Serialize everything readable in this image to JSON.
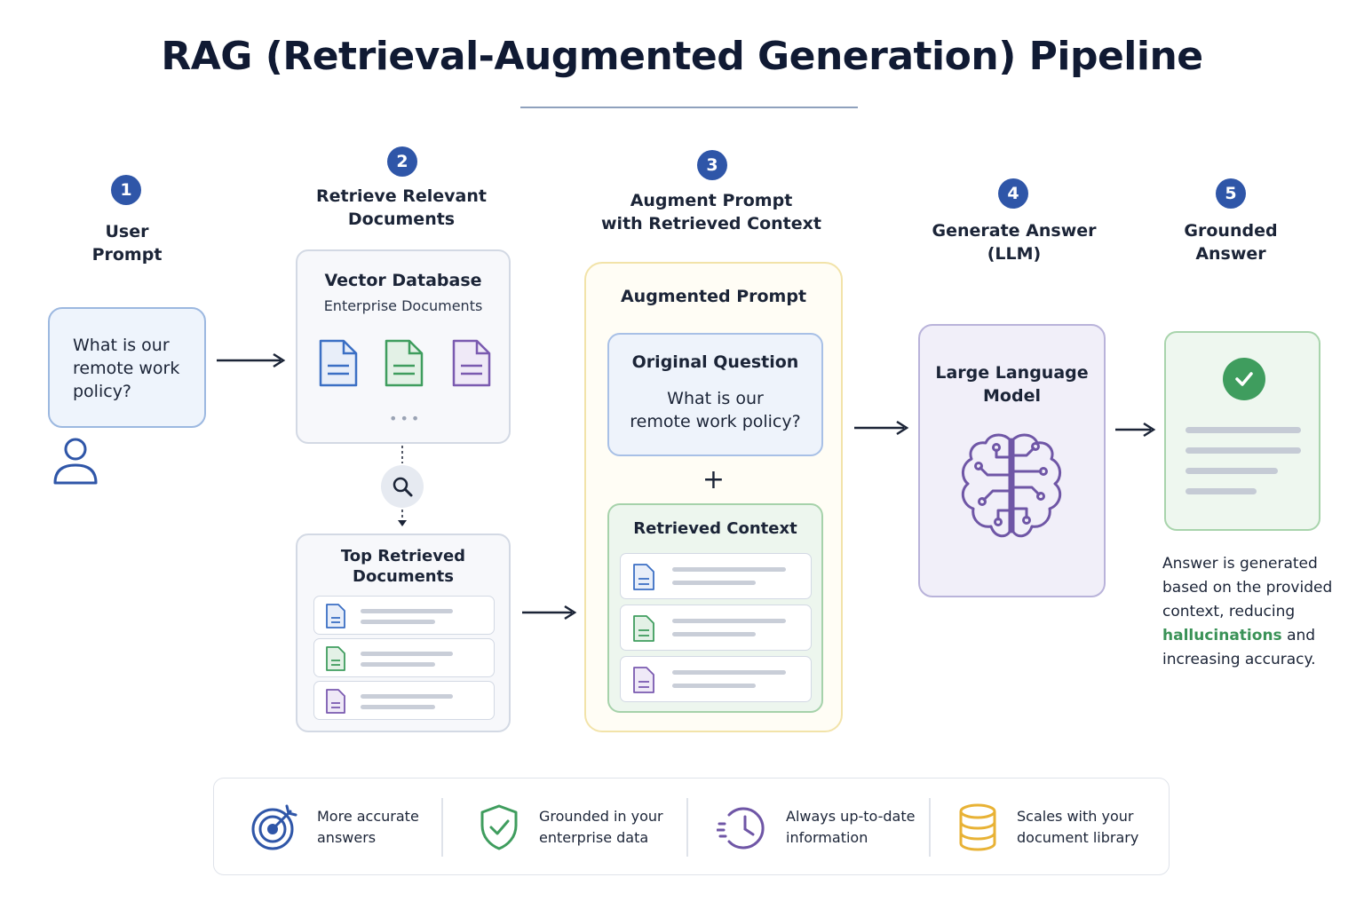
{
  "title": "RAG (Retrieval-Augmented Generation) Pipeline",
  "colors": {
    "badge": "#2f56a8",
    "blue_doc": "#3b6fc4",
    "green_doc": "#3f9d5e",
    "purple_doc": "#7a5ab0",
    "augment_border": "#f2e3a9",
    "highlight": "#3a9257"
  },
  "steps": [
    {
      "number": "1",
      "label_lines": [
        "User",
        "Prompt"
      ]
    },
    {
      "number": "2",
      "label_lines": [
        "Retrieve Relevant",
        "Documents"
      ]
    },
    {
      "number": "3",
      "label_lines": [
        "Augment Prompt",
        "with Retrieved Context"
      ]
    },
    {
      "number": "4",
      "label_lines": [
        "Generate Answer",
        "(LLM)"
      ]
    },
    {
      "number": "5",
      "label_lines": [
        "Grounded",
        "Answer"
      ]
    }
  ],
  "user_prompt": {
    "lines": [
      "What is our",
      "remote work",
      "policy?"
    ],
    "avatar_icon": "user-icon"
  },
  "vector_db": {
    "title": "Vector Database",
    "subtitle": "Enterprise Documents",
    "icons": [
      "document-icon",
      "document-icon",
      "document-icon"
    ]
  },
  "search_icon": "magnifier-icon",
  "top_docs": {
    "title_lines": [
      "Top Retrieved",
      "Documents"
    ]
  },
  "augmented": {
    "title": "Augmented Prompt",
    "original_title": "Original Question",
    "original_lines": [
      "What is our",
      "remote work policy?"
    ],
    "plus": "+",
    "context_title": "Retrieved Context"
  },
  "llm": {
    "title_lines": [
      "Large Language",
      "Model"
    ],
    "icon": "brain-circuit-icon"
  },
  "answer": {
    "icon": "check-circle-icon",
    "note_before": [
      "Answer is generated",
      "based on the provided",
      "context, reducing"
    ],
    "note_highlight": "hallucinations",
    "note_after_same_line": " and",
    "note_last": "increasing accuracy."
  },
  "benefits": [
    {
      "icon": "target-icon",
      "lines": [
        "More accurate",
        "answers"
      ]
    },
    {
      "icon": "shield-check-icon",
      "lines": [
        "Grounded in your",
        "enterprise data"
      ]
    },
    {
      "icon": "clock-icon",
      "lines": [
        "Always up-to-date",
        "information"
      ]
    },
    {
      "icon": "database-icon",
      "lines": [
        "Scales with your",
        "document library"
      ]
    }
  ]
}
